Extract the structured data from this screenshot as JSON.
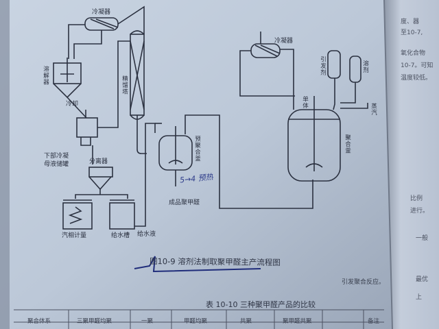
{
  "figure": {
    "caption": "图10-9  溶剂法制取聚甲醛主产流程图",
    "handwritten_note": "5→4 预热",
    "labels": {
      "condenser_top": "冷凝器",
      "column": "精馏塔",
      "left_tank": "溶解器",
      "cooler": "冷却",
      "filter_note": "下部冷凝",
      "filter_note2": "母液储罐",
      "separator": "分离器",
      "tank_left": "汽相计量",
      "tank_right": "给水槽",
      "water_in": "给水液",
      "reactor_small": "预聚合釜",
      "product_out": "成品聚甲醛",
      "condenser_right": "冷凝器",
      "feed": "单体",
      "reactor_large": "聚合釜",
      "small_tank1": "引发剂",
      "small_tank2": "溶剂",
      "steam": "蒸汽"
    }
  },
  "right_column": {
    "lines": [
      "度、器",
      "至10-7,",
      "氧化合物",
      "10-7。可知",
      "温度较低。",
      "比例",
      "进行。",
      "一般",
      "最优",
      "上"
    ]
  },
  "body_text": "引发聚合反应。",
  "table": {
    "title": "表 10-10  三种聚甲醛产品的比较",
    "headers": [
      "聚合体系",
      "三聚甲醛均聚",
      "一聚",
      "甲醛均聚",
      "共聚",
      "聚甲醛共聚",
      "备注"
    ]
  }
}
